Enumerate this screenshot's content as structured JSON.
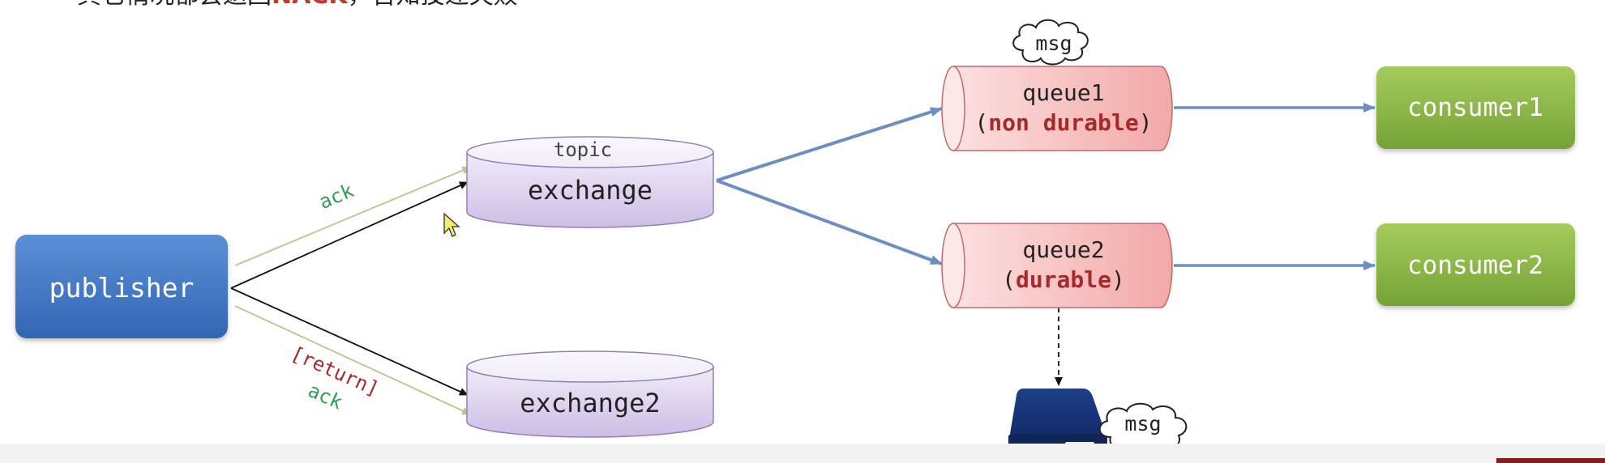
{
  "colors": {
    "publisher_top": "#5b8fd6",
    "publisher_bottom": "#3366b3",
    "exchange_top": "#f1ecf8",
    "exchange_bottom": "#cdbde6",
    "queue_top": "#fde0e0",
    "queue_bottom": "#f2a8a8",
    "consumer_top": "#a4cc5c",
    "consumer_bottom": "#75a236",
    "flow_arrow": "#6c8ec4",
    "ack_green": "#2e9e52",
    "ack_line": "#b4c98a",
    "return_red": "#a52a2a",
    "highlight_red": "#a52a2a",
    "disk": "#132c6b"
  },
  "header": {
    "text_prefix": "其它情况都会返回",
    "text_highlight": "NACK",
    "text_suffix": "，告知投递失败"
  },
  "publisher": {
    "label": "publisher"
  },
  "exchange": {
    "type_label": "topic",
    "label": "exchange"
  },
  "exchange2": {
    "label": "exchange2"
  },
  "queue1": {
    "line1": "queue1",
    "paren_open": "(",
    "highlight": "non durable",
    "paren_close": ")"
  },
  "queue2": {
    "line1": "queue2",
    "paren_open": "(",
    "highlight": "durable",
    "paren_close": ")"
  },
  "consumer1": {
    "label": "consumer1"
  },
  "consumer2": {
    "label": "consumer2"
  },
  "msg_cloud_top": {
    "label": "msg"
  },
  "msg_cloud_disk": {
    "label": "msg"
  },
  "labels": {
    "ack_top": "ack",
    "return": "[return]",
    "ack_bottom": "ack"
  },
  "icons": {
    "disk": "hard-drive-icon",
    "cursor": "mouse-cursor-icon",
    "cloud": "cloud-icon"
  }
}
